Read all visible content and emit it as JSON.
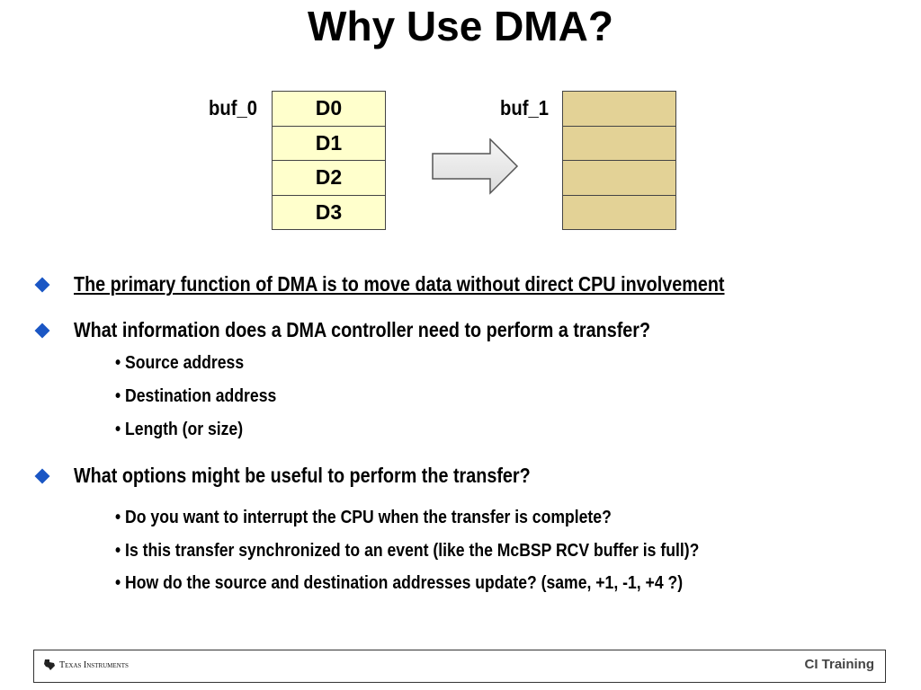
{
  "title": "Why Use DMA?",
  "diagram": {
    "source": {
      "label": "buf_0",
      "cells": [
        "D0",
        "D1",
        "D2",
        "D3"
      ],
      "fill_color": "#ffffcc"
    },
    "destination": {
      "label": "buf_1",
      "cells": [
        "",
        "",
        "",
        ""
      ],
      "fill_color": "#e3d296"
    },
    "arrow_icon": "right-arrow-icon"
  },
  "bullets": [
    {
      "text": "The primary function of DMA is to move data without direct CPU involvement",
      "underlined": true,
      "subitems": []
    },
    {
      "text": "What information does a DMA controller need to perform a transfer?",
      "underlined": false,
      "subitems": [
        "• Source address",
        "• Destination address",
        "• Length (or size)"
      ]
    },
    {
      "text": "What options might be useful to perform the transfer?",
      "underlined": false,
      "subitems": [
        "• Do you want to interrupt the CPU when the transfer is complete?",
        "• Is this transfer synchronized to an event (like the McBSP RCV buffer is full)?",
        "• How do the source and destination addresses update? (same, +1, -1, +4 ?)"
      ]
    }
  ],
  "bullet_color": "#1a56c4",
  "footer": {
    "logo_text": "Texas Instruments",
    "right_text": "CI Training"
  }
}
